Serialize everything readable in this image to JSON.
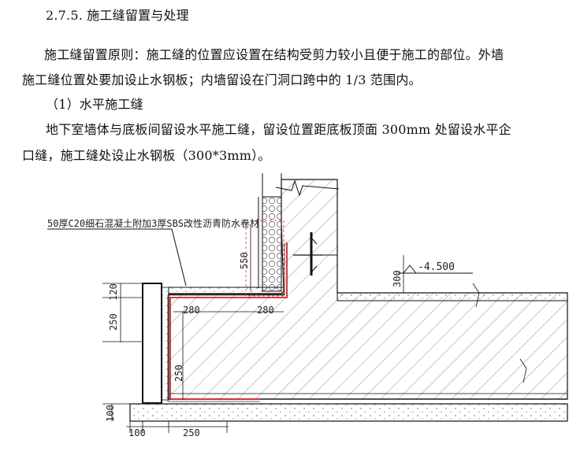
{
  "doc": {
    "heading": "2.7.5. 施工缝留置与处理",
    "para1_line1": "施工缝留置原则：施工缝的位置应设置在结构受剪力较小且便于施工的部位。外墙",
    "para1_line2": "施工缝位置处要加设止水钢板；内墙留设在门洞口跨中的 1/3 范围内。",
    "sub_heading": "（1）水平施工缝",
    "para2_line1": "地下室墙体与底板间留设水平施工缝，留设位置距底板顶面 300mm 处留设水平企",
    "para2_line2": "口缝，施工缝处设止水钢板（300*3mm）。"
  },
  "drawing": {
    "callout": "50厚C20细石混凝土附加3厚SBS改性沥青防水卷材",
    "dims": {
      "d550": "550",
      "d300": "300",
      "d120": "120",
      "d250_left": "250",
      "d280_a": "280",
      "d280_b": "280",
      "d250_v": "250",
      "d100_v": "100",
      "d100_h": "100",
      "d250_h": "250"
    },
    "elevation": "-4.500",
    "colors": {
      "line": "#111111",
      "waterproof": "#d8232a"
    }
  }
}
